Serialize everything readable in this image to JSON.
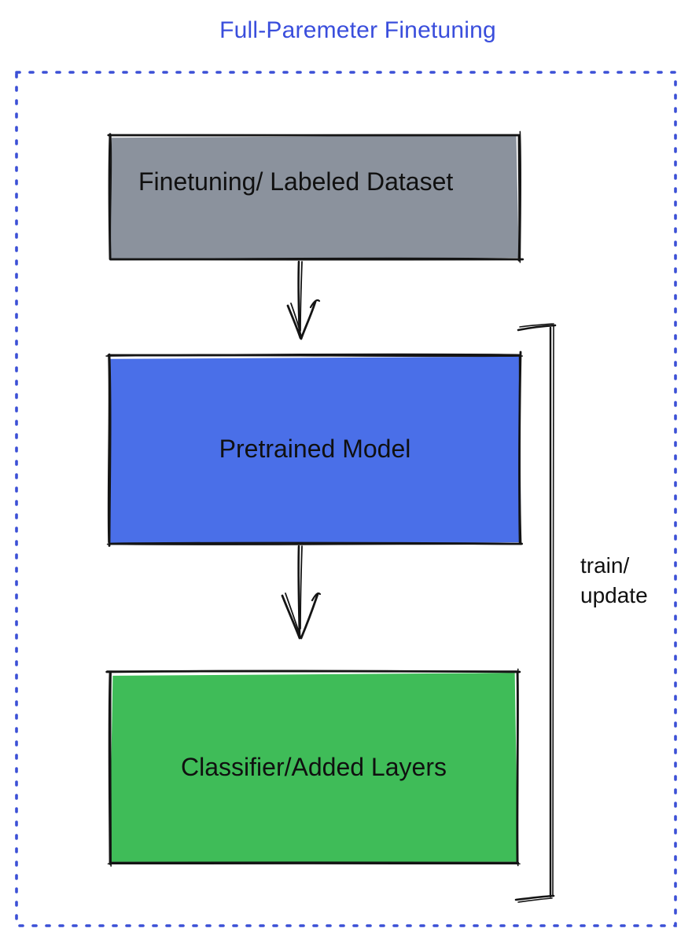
{
  "title": "Full-Paremeter Finetuning",
  "diagram": {
    "boxes": [
      {
        "id": "dataset",
        "label": "Finetuning/ Labeled Dataset",
        "fill": "#8B929D"
      },
      {
        "id": "pretrained",
        "label": "Pretrained Model",
        "fill": "#4A6FE8"
      },
      {
        "id": "classifier",
        "label": "Classifier/Added Layers",
        "fill": "#3FBC58"
      }
    ],
    "arrows": [
      {
        "from": "dataset",
        "to": "pretrained"
      },
      {
        "from": "pretrained",
        "to": "classifier"
      }
    ],
    "bracket_label": "train/\nupdate"
  },
  "colors": {
    "title": "#3A4EDC",
    "dotted_border": "#3C50D6",
    "ink": "#141414",
    "background": "#FFFFFF"
  }
}
